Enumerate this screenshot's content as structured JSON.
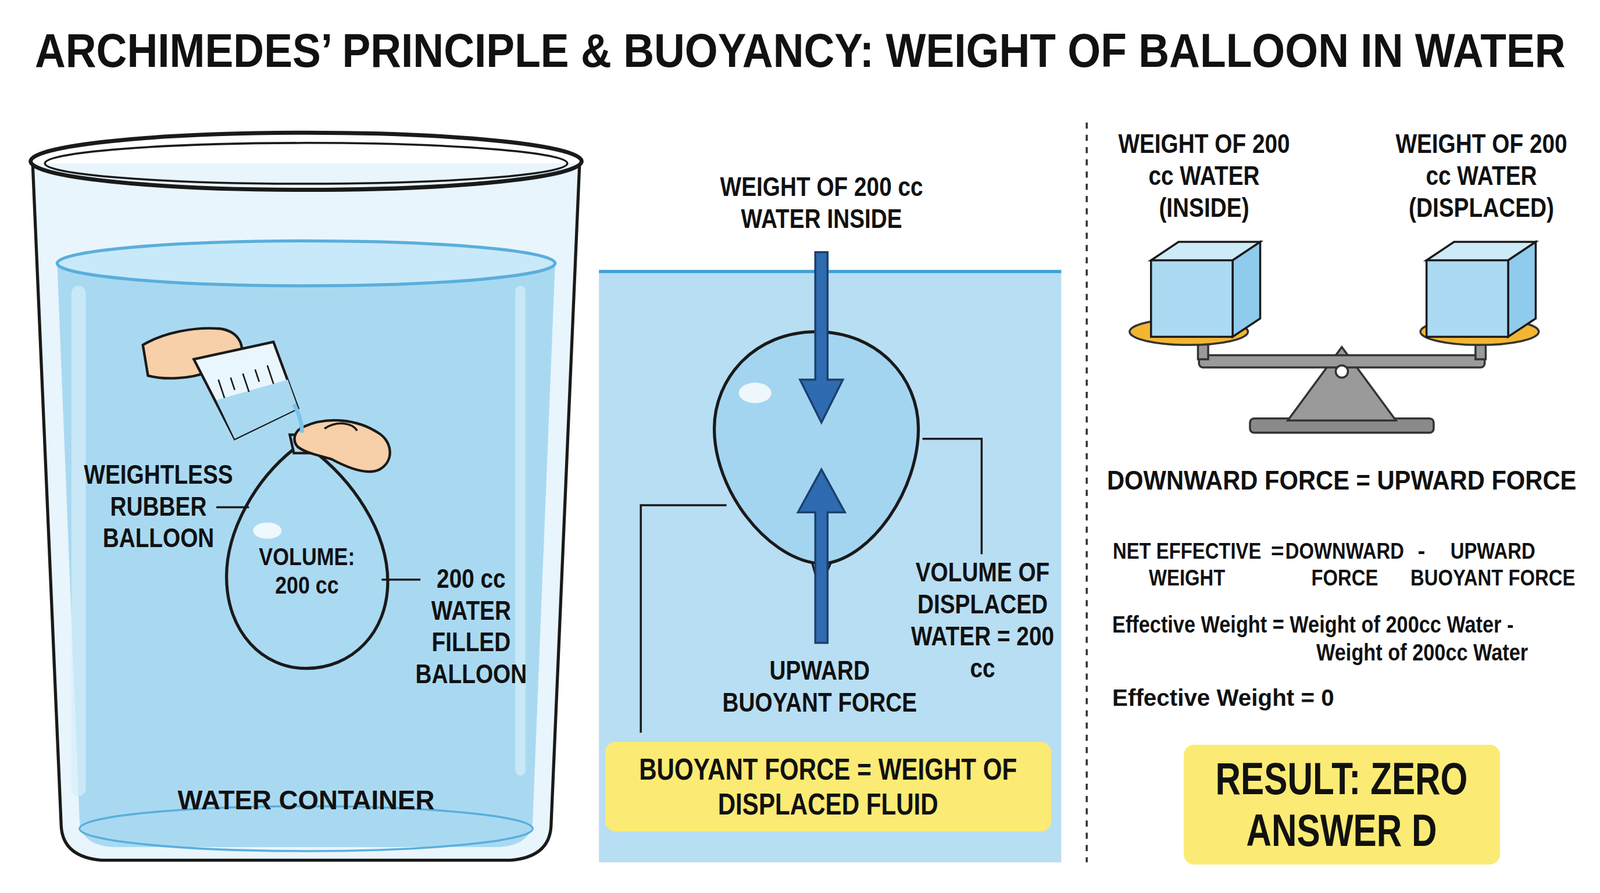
{
  "diagram": {
    "title": "ARCHIMEDES’ PRINCIPLE & BUOYANCY: WEIGHT OF BALLOON IN WATER",
    "nodes": [
      {
        "text": [
          "WATER CONTAINER"
        ]
      },
      {
        "text": [
          "VOLUME: 200 cc"
        ],
        "in": 0
      },
      {
        "text": [
          "BUOYANT FORCE = WEIGHT OF DISPLACED FLUID"
        ]
      },
      {
        "text": [
          "RESULT: ZERO ANSWER D"
        ]
      }
    ],
    "labels": [
      "WEIGHTLESS RUBBER BALLOON",
      "200 cc WATER FILLED BALLOON",
      "WEIGHT OF 200 cc WATER INSIDE",
      "UPWARD BUOYANT FORCE",
      "VOLUME OF DISPLACED WATER = 200 cc",
      "WEIGHT OF 200 cc WATER (INSIDE)",
      "WEIGHT OF 200 cc WATER (DISPLACED)",
      "DOWNWARD FORCE = UPWARD FORCE",
      "NET EFFECTIVE WEIGHT",
      "=",
      "DOWNWARD FORCE",
      "-",
      "UPWARD BUOYANT FORCE",
      "Effective Weight = Weight of 200cc Water - Weight of 200cc Water",
      "Effective Weight = 0"
    ]
  }
}
